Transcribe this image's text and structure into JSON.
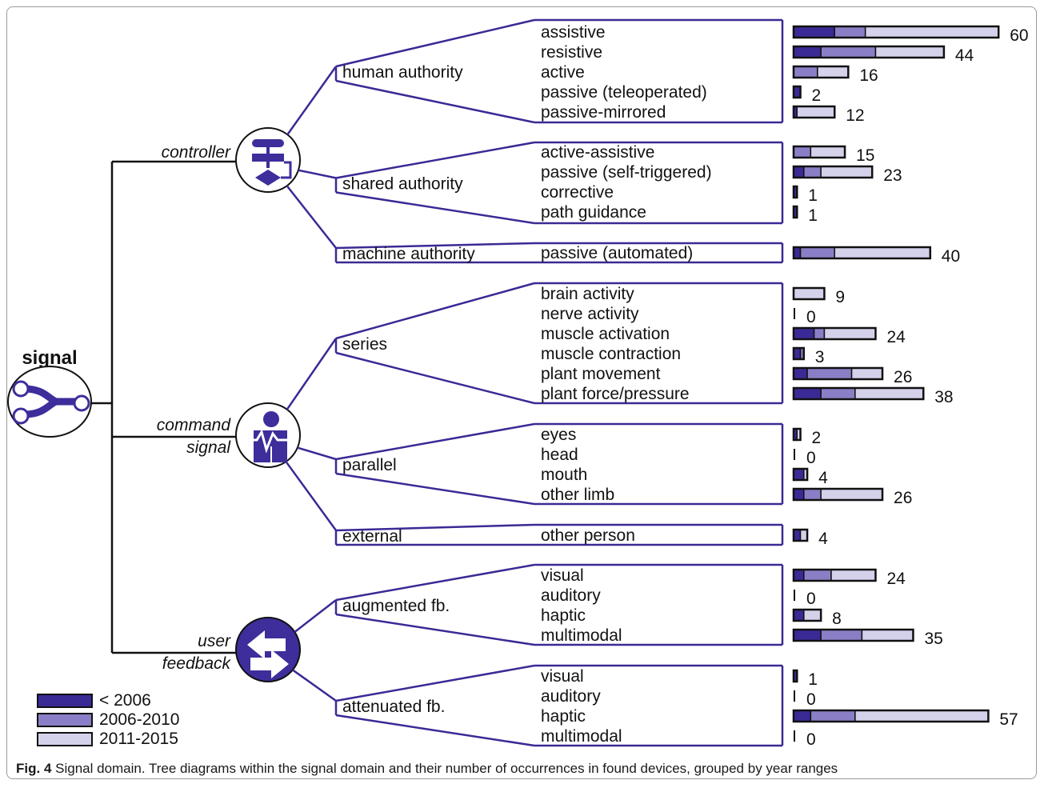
{
  "figure": {
    "root_label": "signal",
    "caption_label": "Fig. 4",
    "caption_text": " Signal domain. Tree diagrams within the signal domain and their number of occurrences in found devices, grouped by year ranges",
    "colors": {
      "tree_line": "#3a2a95",
      "icon_fill": "#3d2e9b",
      "bar_outline": "#111111"
    }
  },
  "legend": [
    {
      "label": "< 2006",
      "color": "#3a2a95"
    },
    {
      "label": "2006-2010",
      "color": "#8a7fc6"
    },
    {
      "label": "2011-2015",
      "color": "#d4d1ea"
    }
  ],
  "branches": [
    {
      "label": "controller",
      "icon": "flowchart-icon",
      "groups": [
        {
          "label": "human authority",
          "items": [
            {
              "label": "assistive",
              "count": "60",
              "values": [
                12,
                9,
                39
              ]
            },
            {
              "label": "resistive",
              "count": "44",
              "values": [
                8,
                16,
                20
              ]
            },
            {
              "label": "active",
              "count": "16",
              "values": [
                0,
                7,
                9
              ]
            },
            {
              "label": "passive (teleoperated)",
              "count": "2",
              "values": [
                2,
                0,
                0
              ]
            },
            {
              "label": "passive-mirrored",
              "count": "12",
              "values": [
                1,
                0,
                11
              ]
            }
          ]
        },
        {
          "label": "shared authority",
          "items": [
            {
              "label": "active-assistive",
              "count": "15",
              "values": [
                0,
                5,
                10
              ]
            },
            {
              "label": "passive (self-triggered)",
              "count": "23",
              "values": [
                3,
                5,
                15
              ]
            },
            {
              "label": "corrective",
              "count": "1",
              "values": [
                1,
                0,
                0
              ]
            },
            {
              "label": "path guidance",
              "count": "1",
              "values": [
                1,
                0,
                0
              ]
            }
          ]
        },
        {
          "label": "machine authority",
          "items": [
            {
              "label": "passive (automated)",
              "count": "40",
              "values": [
                2,
                10,
                28
              ]
            }
          ]
        }
      ]
    },
    {
      "label": "command signal",
      "label_lines": [
        "command",
        "signal"
      ],
      "icon": "person-signal-icon",
      "groups": [
        {
          "label": "series",
          "items": [
            {
              "label": "brain activity",
              "count": "9",
              "values": [
                0,
                0,
                9
              ]
            },
            {
              "label": "nerve activity",
              "count": "0",
              "values": [
                0,
                0,
                0
              ]
            },
            {
              "label": "muscle activation",
              "count": "24",
              "values": [
                6,
                3,
                15
              ]
            },
            {
              "label": "muscle contraction",
              "count": "3",
              "values": [
                2,
                1,
                0
              ]
            },
            {
              "label": "plant movement",
              "count": "26",
              "values": [
                4,
                13,
                9
              ]
            },
            {
              "label": "plant force/pressure",
              "count": "38",
              "values": [
                8,
                10,
                20
              ]
            }
          ]
        },
        {
          "label": "parallel",
          "items": [
            {
              "label": "eyes",
              "count": "2",
              "values": [
                1,
                0,
                1
              ]
            },
            {
              "label": "head",
              "count": "0",
              "values": [
                0,
                0,
                0
              ]
            },
            {
              "label": "mouth",
              "count": "4",
              "values": [
                3,
                0,
                1
              ]
            },
            {
              "label": "other limb",
              "count": "26",
              "values": [
                3,
                5,
                18
              ]
            }
          ]
        },
        {
          "label": "external",
          "items": [
            {
              "label": "other person",
              "count": "4",
              "values": [
                2,
                0,
                2
              ]
            }
          ]
        }
      ]
    },
    {
      "label": "user feedback",
      "label_lines": [
        "user",
        "feedback"
      ],
      "icon": "exchange-arrows-icon",
      "groups": [
        {
          "label": "augmented fb.",
          "items": [
            {
              "label": "visual",
              "count": "24",
              "values": [
                3,
                8,
                13
              ]
            },
            {
              "label": "auditory",
              "count": "0",
              "values": [
                0,
                0,
                0
              ]
            },
            {
              "label": "haptic",
              "count": "8",
              "values": [
                3,
                0,
                5
              ]
            },
            {
              "label": "multimodal",
              "count": "35",
              "values": [
                8,
                12,
                15
              ]
            }
          ]
        },
        {
          "label": "attenuated fb.",
          "items": [
            {
              "label": "visual",
              "count": "1",
              "values": [
                1,
                0,
                0
              ]
            },
            {
              "label": "auditory",
              "count": "0",
              "values": [
                0,
                0,
                0
              ]
            },
            {
              "label": "haptic",
              "count": "57",
              "values": [
                5,
                13,
                39
              ]
            },
            {
              "label": "multimodal",
              "count": "0",
              "values": [
                0,
                0,
                0
              ]
            }
          ]
        }
      ]
    }
  ]
}
